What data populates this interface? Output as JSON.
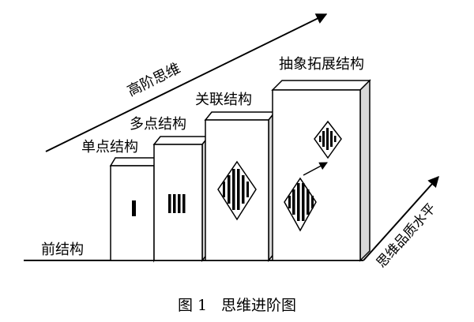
{
  "labels": {
    "pre": "前结构",
    "single": "单点结构",
    "multi": "多点结构",
    "relational": "关联结构",
    "extended": "抽象拓展结构",
    "higher_order": "高阶思维",
    "quality_level": "思维品质水平"
  },
  "caption": {
    "number": "图 1",
    "title": "思维进阶图"
  }
}
